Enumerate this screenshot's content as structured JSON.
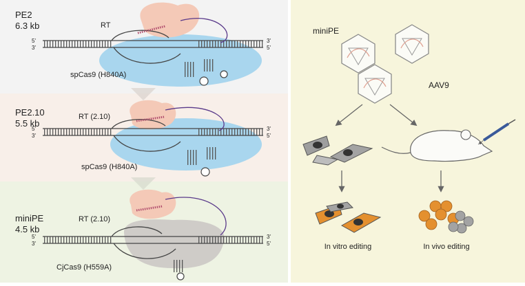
{
  "panels": [
    {
      "name": "PE2",
      "size": "6.3 kb",
      "rt_label": "RT",
      "cas_label": "spCas9 (H840A)",
      "end_5": "5'",
      "end_3": "3'",
      "end_3r": "3'",
      "end_5r": "5'"
    },
    {
      "name": "PE2.10",
      "size": "5.5 kb",
      "rt_label": "RT (2.10)",
      "cas_label": "spCas9 (H840A)",
      "end_5": "5'",
      "end_3": "3'",
      "end_3r": "3'",
      "end_5r": "5'"
    },
    {
      "name": "miniPE",
      "size": "4.5 kb",
      "rt_label": "RT (2.10)",
      "cas_label": "CjCas9 (H559A)",
      "end_5": "5'",
      "end_3": "3'",
      "end_3r": "3'",
      "end_5r": "5'"
    }
  ],
  "delivery": {
    "cargo_label": "miniPE",
    "vector_label": "AAV9",
    "in_vitro_label": "In vitro editing",
    "in_vivo_label": "In vivo editing"
  },
  "colors": {
    "panel1_bg": "#f3f3f3",
    "panel2_bg": "#f8efe9",
    "panel3_bg": "#eef3e3",
    "right_bg": "#f7f5dc",
    "spcas9": "#a9d6ee",
    "cjcas9": "#cfccc8",
    "rt": "#f4c9b7",
    "cell_orange": "#e4902f",
    "cell_grey": "#a3a3a3"
  }
}
